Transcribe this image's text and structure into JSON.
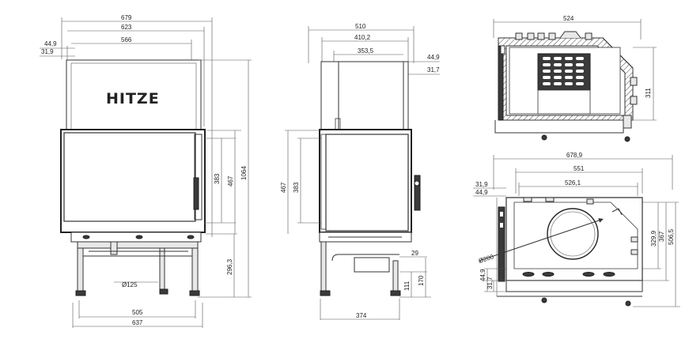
{
  "brand": {
    "logo_text": "HITZE"
  },
  "front_view": {
    "dims": {
      "overall_width": "679",
      "body_width": "623",
      "door_width": "566",
      "left_offset_a": "44,9",
      "left_offset_b": "31,9",
      "glass_height": "383",
      "door_height": "467",
      "total_height": "1064",
      "stand_height": "296,3",
      "flue_diameter": "Ø125",
      "base_inner_width": "505",
      "base_outer_width": "637"
    }
  },
  "side_view": {
    "dims": {
      "overall_depth": "510",
      "body_depth": "410,2",
      "top_depth": "353,5",
      "right_offset_a": "44,9",
      "right_offset_b": "31,7",
      "door_height": "467",
      "glass_height": "383",
      "small_offset": "29",
      "air_inlet_height": "111",
      "air_inlet_top": "170",
      "base_depth": "374"
    }
  },
  "top_section": {
    "dims": {
      "width": "524",
      "height": "311"
    }
  },
  "plan_view": {
    "dims": {
      "overall_width": "678,9",
      "inner_width": "551",
      "hearth_width": "526,1",
      "left_offset_a": "31,9",
      "left_offset_b": "44,9",
      "flue_diameter": "Ø200",
      "depth_a": "329,9",
      "depth_b": "367",
      "depth_c": "506,5",
      "front_offset_a": "44,9",
      "front_offset_b": "31,7"
    }
  }
}
